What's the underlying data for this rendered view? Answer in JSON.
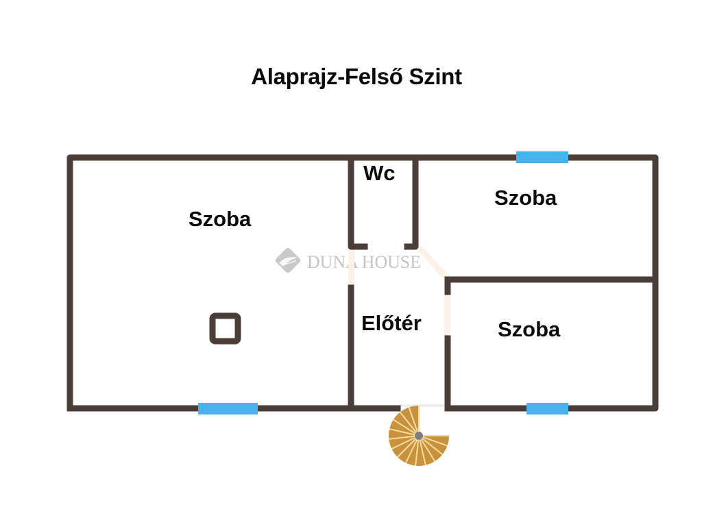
{
  "title": "Alaprajz-Felső Szint",
  "rooms": [
    {
      "id": "room-large-left",
      "label": "Szoba"
    },
    {
      "id": "wc",
      "label": "Wc"
    },
    {
      "id": "room-top-right",
      "label": "Szoba"
    },
    {
      "id": "hallway",
      "label": "Előtér"
    },
    {
      "id": "room-bottom-right",
      "label": "Szoba"
    }
  ],
  "watermark": {
    "brand": "DUNA HOUSE",
    "registered_mark": "®"
  },
  "colors": {
    "wall": "#4b3e38",
    "window": "#45b4ec",
    "door_opening": "#fbf1e6",
    "stair_fill": "#c8913c",
    "stair_lines": "#f6dba4",
    "stair_center": "#7a7f86",
    "watermark": "#c4c4c4"
  },
  "icons": {
    "chimney": "square-outline",
    "staircase": "spiral-staircase",
    "watermark_logo": "diamond-leaf-logo"
  }
}
